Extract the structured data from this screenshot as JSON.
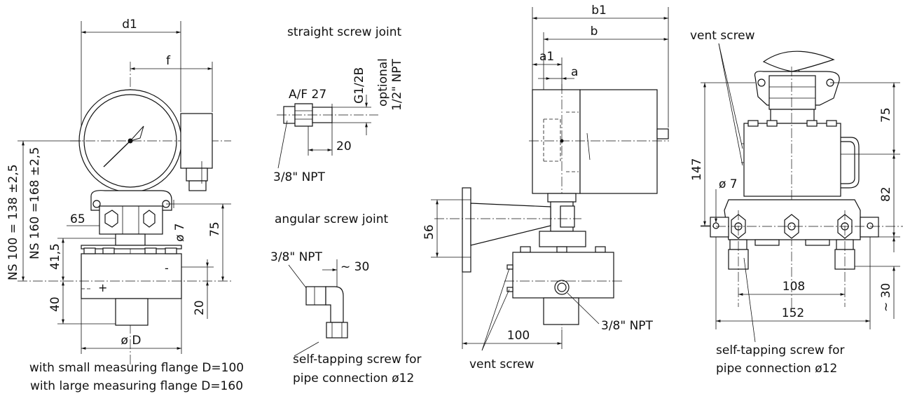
{
  "view1": {
    "d1": "d1",
    "f": "f",
    "ns100": "NS 100 = 138 ±2,5",
    "ns160": "NS 160 =168 ±2,5",
    "d65": "65",
    "d41_5": "41,5",
    "d40": "40",
    "phi7": "ø 7",
    "d75": "75",
    "d20": "20",
    "phiD": "ø D",
    "caption_small": "with small measuring flange D=100",
    "caption_large": "with large measuring flange D=160"
  },
  "straight_joint": {
    "title": "straight screw joint",
    "af": "A/F 27",
    "thread": "G1/2B",
    "optional": "optional",
    "npt_half": "1/2\" NPT",
    "d20": "20",
    "npt_38": "3/8\" NPT"
  },
  "angular_joint": {
    "title": "angular screw joint",
    "npt_38": "3/8\" NPT",
    "approx30": "~ 30",
    "note_line1": "self-tapping screw for",
    "note_line2": "pipe connection ø12"
  },
  "side_view": {
    "b1": "b1",
    "b": "b",
    "a1": "a1",
    "a": "a",
    "d56": "56",
    "d100": "100",
    "npt_38": "3/8\" NPT",
    "vent_screw": "vent screw"
  },
  "front_view": {
    "vent_screw": "vent screw",
    "d75": "75",
    "d147": "147",
    "phi7": "ø 7",
    "d82": "82",
    "d108": "108",
    "approx30": "~ 30",
    "d152": "152",
    "note_line1": "self-tapping screw for",
    "note_line2": "pipe connection ø12"
  }
}
